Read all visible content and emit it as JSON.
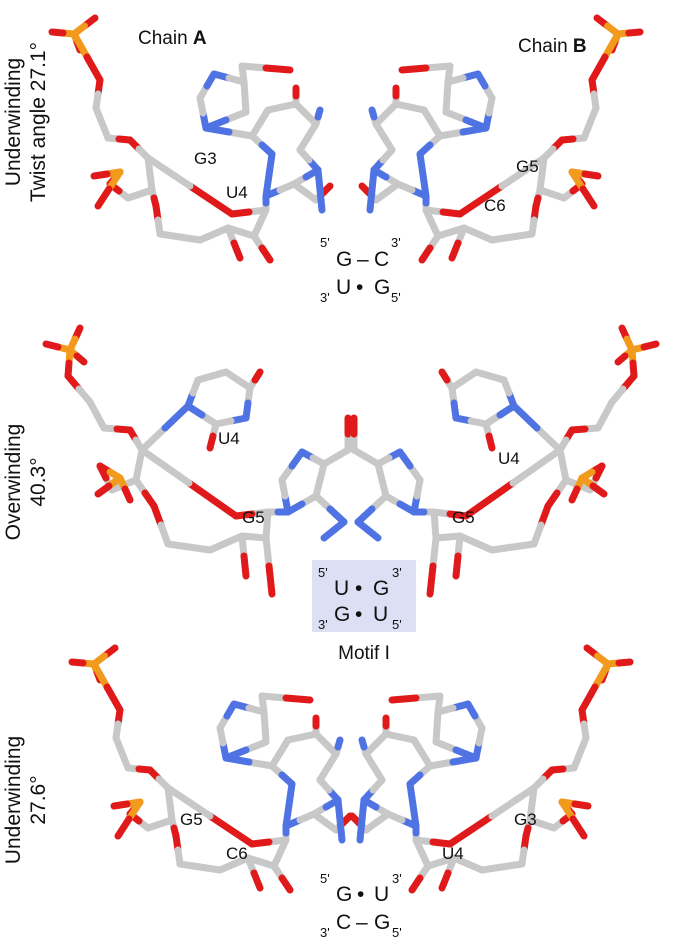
{
  "colors": {
    "carbon": "#c8c8c8",
    "nitrogen": "#4f73e3",
    "oxygen": "#e01a1a",
    "phosphorus": "#f29a1d",
    "underwinding": "#2b3aa0",
    "overwinding": "#e32222",
    "motif_box": "#dde0f5",
    "text": "#111111"
  },
  "chains": {
    "a_prefix": "Chain ",
    "a_letter": "A",
    "b_prefix": "Chain ",
    "b_letter": "B"
  },
  "panels": [
    {
      "side_label_1": "Underwinding",
      "side_label_2": "Twist angle 27.1°",
      "left_labels": [
        "G3",
        "U4"
      ],
      "right_labels": [
        "G5",
        "C6"
      ],
      "pair": {
        "top_5": "5'",
        "top_a": "G",
        "top_link": "–",
        "top_b": "C",
        "top_3": "3'",
        "bot_3": "3'",
        "bot_a": "U",
        "bot_link": "•",
        "bot_b": "G",
        "bot_5": "5'"
      }
    },
    {
      "side_label_1": "Overwinding",
      "side_label_2": "40.3°",
      "left_labels": [
        "U4",
        "G5"
      ],
      "right_labels": [
        "U4",
        "G5"
      ],
      "pair": {
        "top_5": "5'",
        "top_a": "U",
        "top_link": "•",
        "top_b": "G",
        "top_3": "3'",
        "bot_3": "3'",
        "bot_a": "G",
        "bot_link": "•",
        "bot_b": "U",
        "bot_5": "5'"
      },
      "motif_label": "Motif I"
    },
    {
      "side_label_1": "Underwinding",
      "side_label_2": "27.6°",
      "left_labels": [
        "G5",
        "C6"
      ],
      "right_labels": [
        "G3",
        "U4"
      ],
      "pair": {
        "top_5": "5'",
        "top_a": "G",
        "top_link": "•",
        "top_b": "U",
        "top_3": "3'",
        "bot_3": "3'",
        "bot_a": "C",
        "bot_link": "–",
        "bot_b": "G",
        "bot_5": "5'"
      }
    }
  ]
}
